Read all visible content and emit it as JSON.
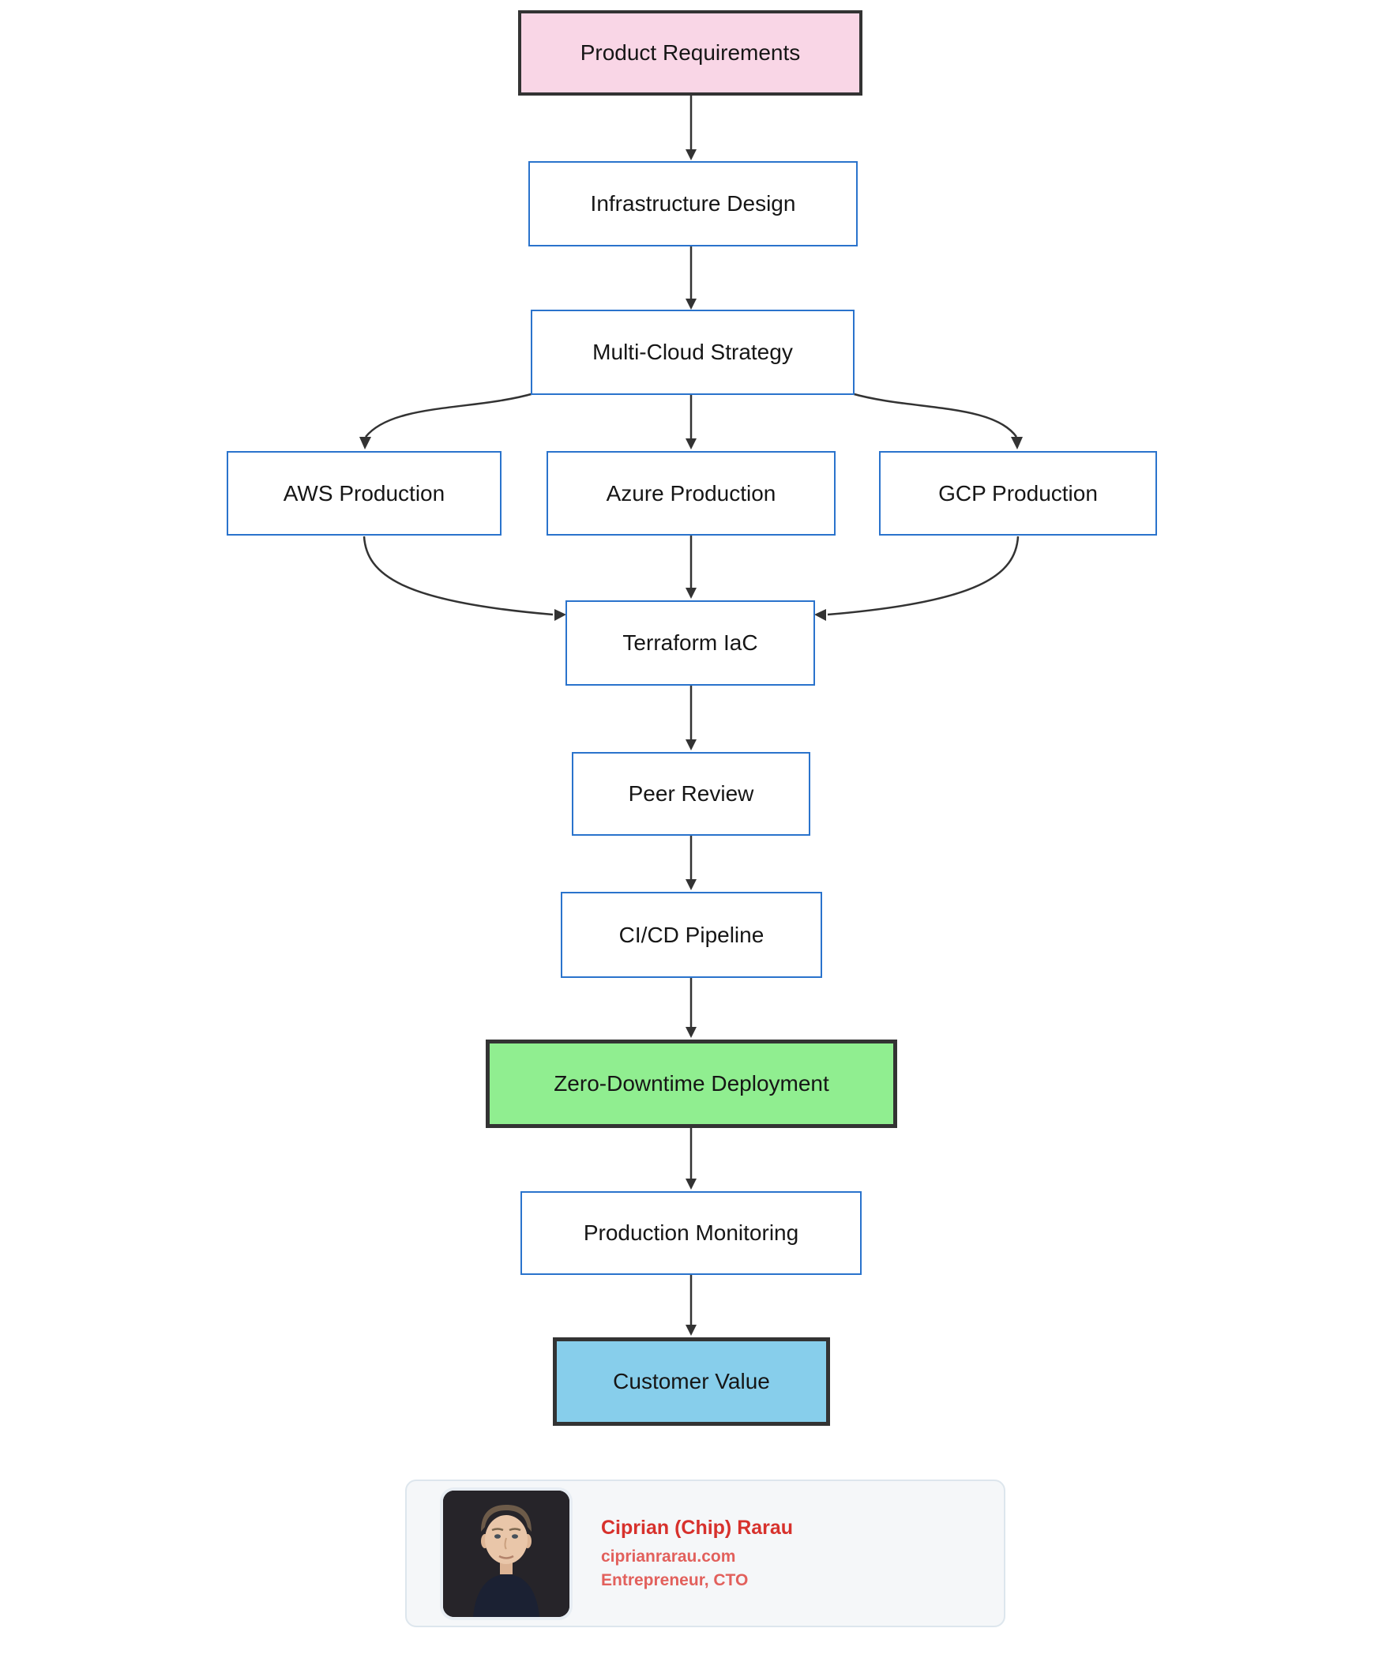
{
  "page": {
    "background": "#ffffff"
  },
  "diagram": {
    "type": "flowchart",
    "direction": "top-down",
    "edge_color": "#333333",
    "default_node_border": "#2a73cc",
    "nodes": {
      "product_requirements": {
        "label": "Product Requirements",
        "fill": "#f9d6e6",
        "border": "#333333",
        "emphasized": true
      },
      "infrastructure_design": {
        "label": "Infrastructure Design",
        "fill": "#ffffff",
        "border": "#2a73cc",
        "emphasized": false
      },
      "multi_cloud_strategy": {
        "label": "Multi-Cloud Strategy",
        "fill": "#ffffff",
        "border": "#2a73cc",
        "emphasized": false
      },
      "aws_production": {
        "label": "AWS Production",
        "fill": "#ffffff",
        "border": "#2a73cc",
        "emphasized": false
      },
      "azure_production": {
        "label": "Azure Production",
        "fill": "#ffffff",
        "border": "#2a73cc",
        "emphasized": false
      },
      "gcp_production": {
        "label": "GCP Production",
        "fill": "#ffffff",
        "border": "#2a73cc",
        "emphasized": false
      },
      "terraform_iac": {
        "label": "Terraform IaC",
        "fill": "#ffffff",
        "border": "#2a73cc",
        "emphasized": false
      },
      "peer_review": {
        "label": "Peer Review",
        "fill": "#ffffff",
        "border": "#2a73cc",
        "emphasized": false
      },
      "cicd_pipeline": {
        "label": "CI/CD Pipeline",
        "fill": "#ffffff",
        "border": "#2a73cc",
        "emphasized": false
      },
      "zero_downtime_deployment": {
        "label": "Zero-Downtime Deployment",
        "fill": "#90ee90",
        "border": "#333333",
        "emphasized": true
      },
      "production_monitoring": {
        "label": "Production Monitoring",
        "fill": "#ffffff",
        "border": "#2a73cc",
        "emphasized": false
      },
      "customer_value": {
        "label": "Customer Value",
        "fill": "#87ceeb",
        "border": "#333333",
        "emphasized": true
      }
    },
    "edges": [
      {
        "from": "product_requirements",
        "to": "infrastructure_design"
      },
      {
        "from": "infrastructure_design",
        "to": "multi_cloud_strategy"
      },
      {
        "from": "multi_cloud_strategy",
        "to": "aws_production"
      },
      {
        "from": "multi_cloud_strategy",
        "to": "azure_production"
      },
      {
        "from": "multi_cloud_strategy",
        "to": "gcp_production"
      },
      {
        "from": "aws_production",
        "to": "terraform_iac"
      },
      {
        "from": "azure_production",
        "to": "terraform_iac"
      },
      {
        "from": "gcp_production",
        "to": "terraform_iac"
      },
      {
        "from": "terraform_iac",
        "to": "peer_review"
      },
      {
        "from": "peer_review",
        "to": "cicd_pipeline"
      },
      {
        "from": "cicd_pipeline",
        "to": "zero_downtime_deployment"
      },
      {
        "from": "zero_downtime_deployment",
        "to": "production_monitoring"
      },
      {
        "from": "production_monitoring",
        "to": "customer_value"
      }
    ]
  },
  "profile_card": {
    "name": "Ciprian (Chip) Rarau",
    "website": "ciprianrarau.com",
    "title": "Entrepreneur, CTO",
    "name_color": "#d7312c",
    "accent_color": "#e2605c",
    "avatar": "portrait-photo",
    "background": "#f5f7f9"
  }
}
